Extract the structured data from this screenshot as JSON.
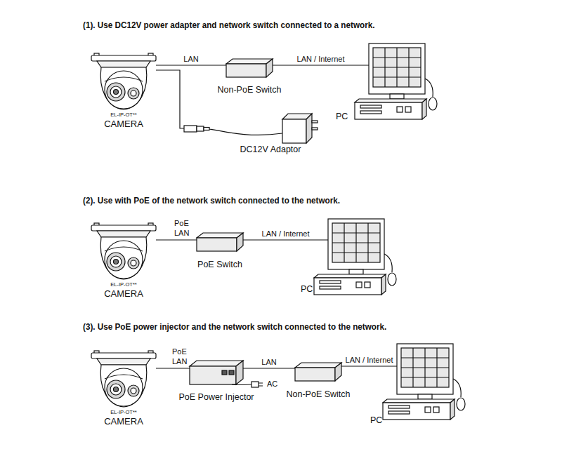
{
  "diagram": {
    "nodes": [
      {
        "text": [
          "EL-IP-OT**",
          "CAMERA"
        ]
      },
      {
        "text": [
          "Non-PoE Switch"
        ]
      },
      {
        "text": [
          "PC"
        ]
      },
      {
        "text": [
          "DC12V Adaptor"
        ]
      },
      {
        "text": [
          "EL-IP-OT**",
          "CAMERA"
        ]
      },
      {
        "text": [
          "PoE Switch"
        ]
      },
      {
        "text": [
          "PC"
        ]
      },
      {
        "text": [
          "EL-IP-OT**",
          "CAMERA"
        ]
      },
      {
        "text": [
          "PoE Power Injector"
        ]
      },
      {
        "text": [
          "Non-PoE Switch"
        ]
      },
      {
        "text": [
          "PC"
        ]
      }
    ],
    "edges": [
      {
        "from": 0,
        "to": 1,
        "label": "LAN",
        "arrow": "none"
      },
      {
        "from": 1,
        "to": 2,
        "label": "LAN / Internet",
        "arrow": "none"
      },
      {
        "from": 0,
        "to": 3,
        "arrow": "none"
      },
      {
        "from": 4,
        "to": 5,
        "label": "PoE LAN",
        "arrow": "none"
      },
      {
        "from": 5,
        "to": 6,
        "label": "LAN / Internet",
        "arrow": "none"
      },
      {
        "from": 7,
        "to": 8,
        "label": "PoE LAN",
        "arrow": "none"
      },
      {
        "from": 8,
        "to": 9,
        "label": "LAN",
        "arrow": "none"
      },
      {
        "from": 9,
        "to": 10,
        "label": "LAN / Internet",
        "arrow": "none"
      }
    ],
    "labels": [
      "(1). Use DC12V power adapter and network switch connected to a network.",
      "(2). Use with PoE of the network switch connected to the network.",
      "(3). Use PoE power injector and the network switch connected to the network.",
      "AC"
    ]
  }
}
